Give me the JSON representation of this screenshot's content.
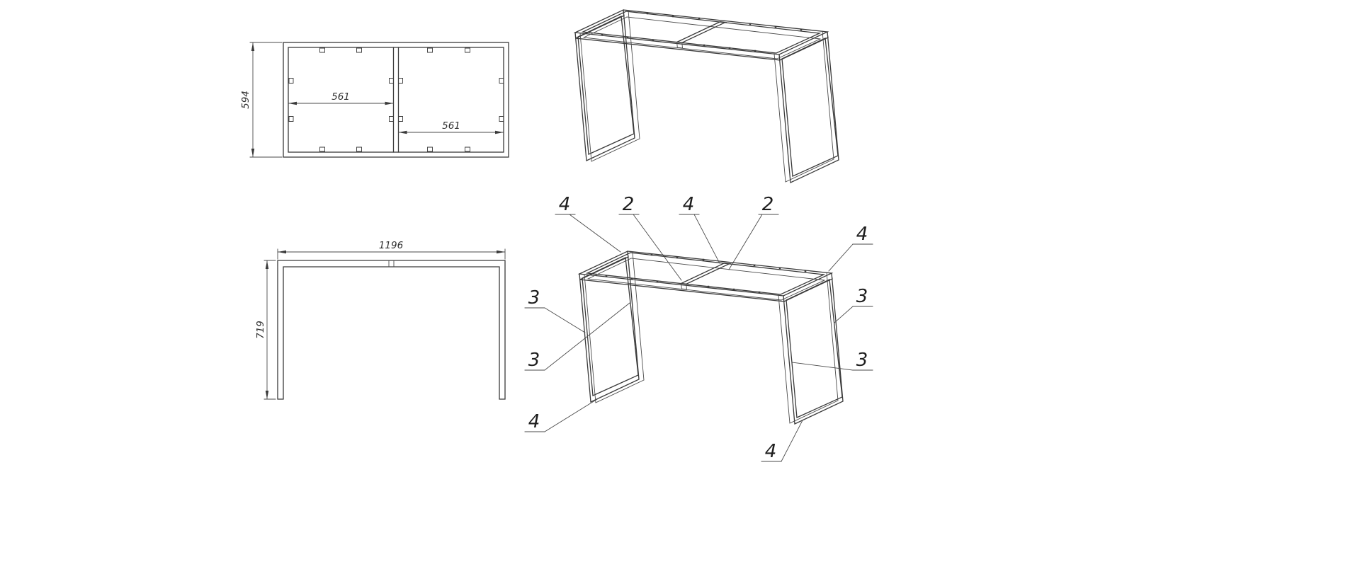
{
  "page": {
    "background": "#ffffff",
    "line_color": "#3a3a3a"
  },
  "views": {
    "top_view": {
      "dim_depth": "594",
      "dim_left_bay": "561",
      "dim_right_bay": "561"
    },
    "front_view": {
      "dim_length": "1196",
      "dim_height": "719"
    },
    "iso_view_annotated": {
      "callouts": [
        {
          "label": "4"
        },
        {
          "label": "2"
        },
        {
          "label": "4"
        },
        {
          "label": "2"
        },
        {
          "label": "4"
        },
        {
          "label": "3"
        },
        {
          "label": "3"
        },
        {
          "label": "3"
        },
        {
          "label": "3"
        },
        {
          "label": "4"
        },
        {
          "label": "4"
        }
      ]
    }
  }
}
